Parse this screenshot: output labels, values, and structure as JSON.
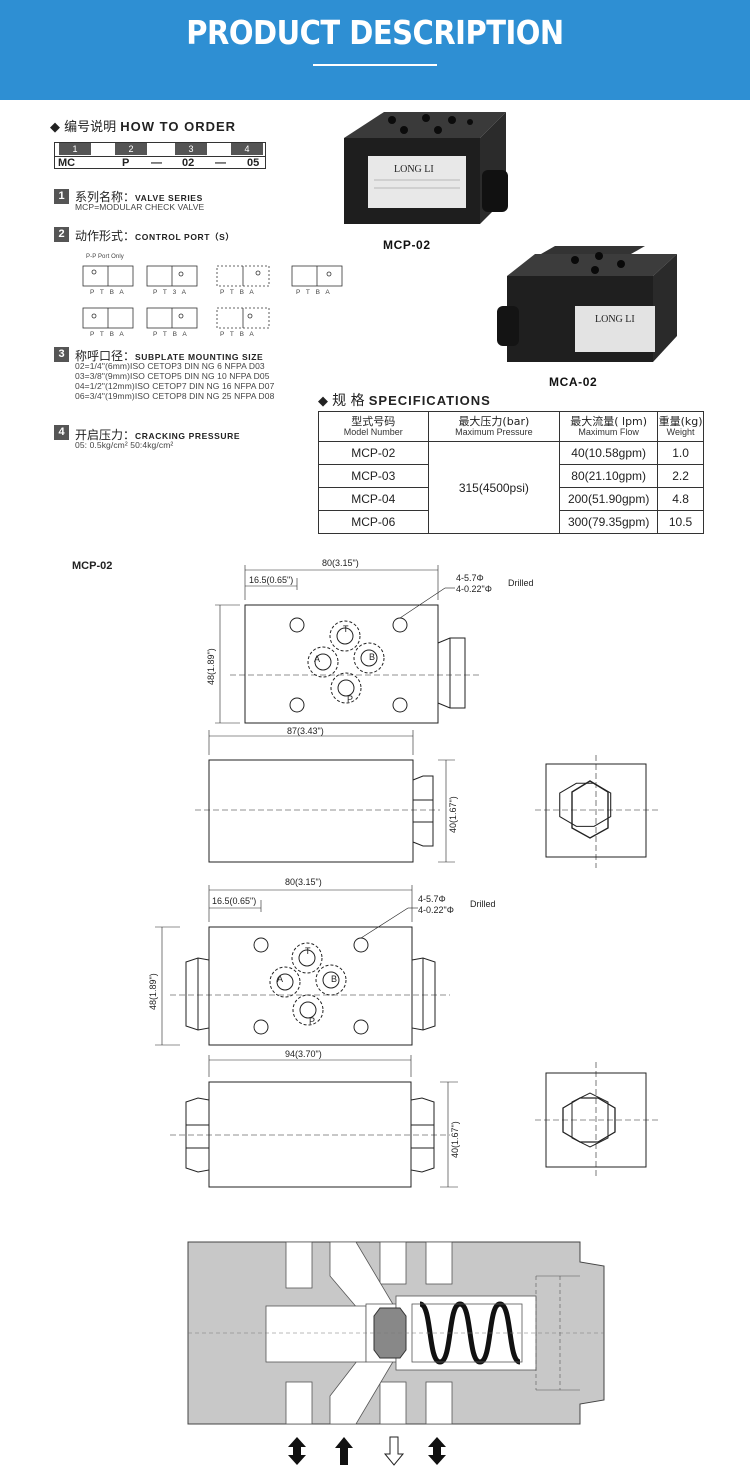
{
  "header": {
    "title": "PRODUCT DESCRIPTION"
  },
  "how_to_order": {
    "cn": "编号说明",
    "en": "HOW TO ORDER",
    "positions": [
      "1",
      "2",
      "3",
      "4"
    ],
    "codes": [
      "MC",
      "P",
      "—",
      "02",
      "—",
      "05"
    ]
  },
  "items": [
    {
      "num": "1",
      "cn": "系列名称：",
      "en": "VALVE SERIES",
      "lines": [
        "MCP=MODULAR CHECK VALVE"
      ]
    },
    {
      "num": "2",
      "cn": "动作形式：",
      "en": "CONTROL PORT（S）",
      "lines": [
        "P-P Port Only"
      ]
    },
    {
      "num": "3",
      "cn": "称呼口径：",
      "en": "SUBPLATE MOUNTING SIZE",
      "lines": [
        "02=1/4\"(6mm)ISO CETOP3 DIN NG 6 NFPA D03",
        "03=3/8\"(9mm)ISO CETOP5 DIN NG 10 NFPA D05",
        "04=1/2\"(12mm)ISO CETOP7 DIN NG 16 NFPA D07",
        "06=3/4\"(19mm)ISO CETOP8 DIN NG 25 NFPA D08"
      ]
    },
    {
      "num": "4",
      "cn": "开启压力：",
      "en": "CRACKING PRESSURE",
      "lines": [
        "05: 0.5kg/cm²    50:4kg/cm²"
      ]
    }
  ],
  "port_symbols": {
    "row1": [
      "P T B A",
      "P T 3 A",
      "P T B A",
      "P T B A"
    ],
    "row2": [
      "P T B A",
      "P T B A",
      "P T B A"
    ]
  },
  "photos": {
    "top_label": "MCP-02",
    "bottom_label": "MCA-02",
    "brand": "LONG LI"
  },
  "specifications": {
    "cn": "规  格",
    "en": "SPECIFICATIONS",
    "headers": [
      {
        "cn": "型式号码",
        "en": "Model Number"
      },
      {
        "cn": "最大压力(bar)",
        "en": "Maximum Pressure"
      },
      {
        "cn": "最大流量( lpm)",
        "en": "Maximum Flow"
      },
      {
        "cn": "重量(kg)",
        "en": "Weight"
      }
    ],
    "pressure": "315(4500psi)",
    "rows": [
      {
        "model": "MCP-02",
        "flow": "40(10.58gpm)",
        "weight": "1.0"
      },
      {
        "model": "MCP-03",
        "flow": "80(21.10gpm)",
        "weight": "2.2"
      },
      {
        "model": "MCP-04",
        "flow": "200(51.90gpm)",
        "weight": "4.8"
      },
      {
        "model": "MCP-06",
        "flow": "300(79.35gpm)",
        "weight": "10.5"
      }
    ]
  },
  "drawings": {
    "label": "MCP-02",
    "d1": {
      "width": "80(3.15\")",
      "offset": "16.5(0.65\")",
      "hole1": "4-5.7Φ",
      "hole2": "4-0.22\"Φ",
      "drilled": "Drilled",
      "height": "48(1.89\")",
      "ports": [
        "T",
        "A",
        "B",
        "P"
      ]
    },
    "d2": {
      "width": "87(3.43\")",
      "height": "40(1.67\")"
    },
    "d3": {
      "width": "80(3.15\")",
      "offset": "16.5(0.65\")",
      "hole1": "4-5.7Φ",
      "hole2": "4-0.22\"Φ",
      "drilled": "Drilled",
      "height": "48(1.89\")",
      "ports": [
        "T",
        "A",
        "B",
        "P"
      ]
    },
    "d4": {
      "width": "94(3.70\")",
      "height": "40(1.67\")"
    }
  },
  "section_arrows": [
    "double-arrow",
    "up-arrow",
    "down-arrow-outline",
    "double-arrow"
  ],
  "colors": {
    "banner": "#2e8fd3",
    "section_gray": "#c8c8c8"
  }
}
